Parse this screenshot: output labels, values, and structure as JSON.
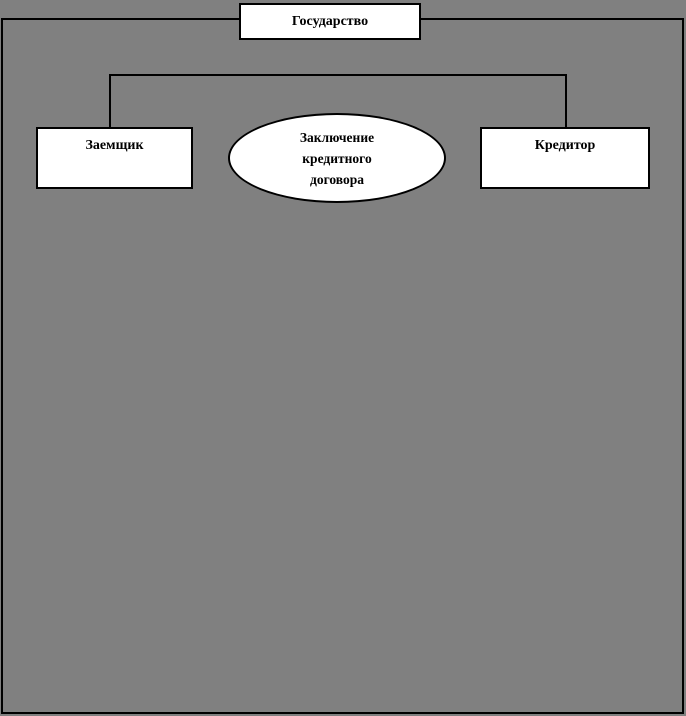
{
  "colors": {
    "background": "#808080",
    "box_fill": "#ffffff",
    "line": "#000000",
    "text": "#000000"
  },
  "diagram": {
    "state_box": {
      "label": "Государство"
    },
    "borrower_box": {
      "label": "Заемщик"
    },
    "creditor_box": {
      "label": "Кредитор"
    },
    "contract_ellipse": {
      "label": "Заключение кредитного договора",
      "lines": [
        "Заключение",
        "кредитного",
        "договора"
      ]
    }
  }
}
